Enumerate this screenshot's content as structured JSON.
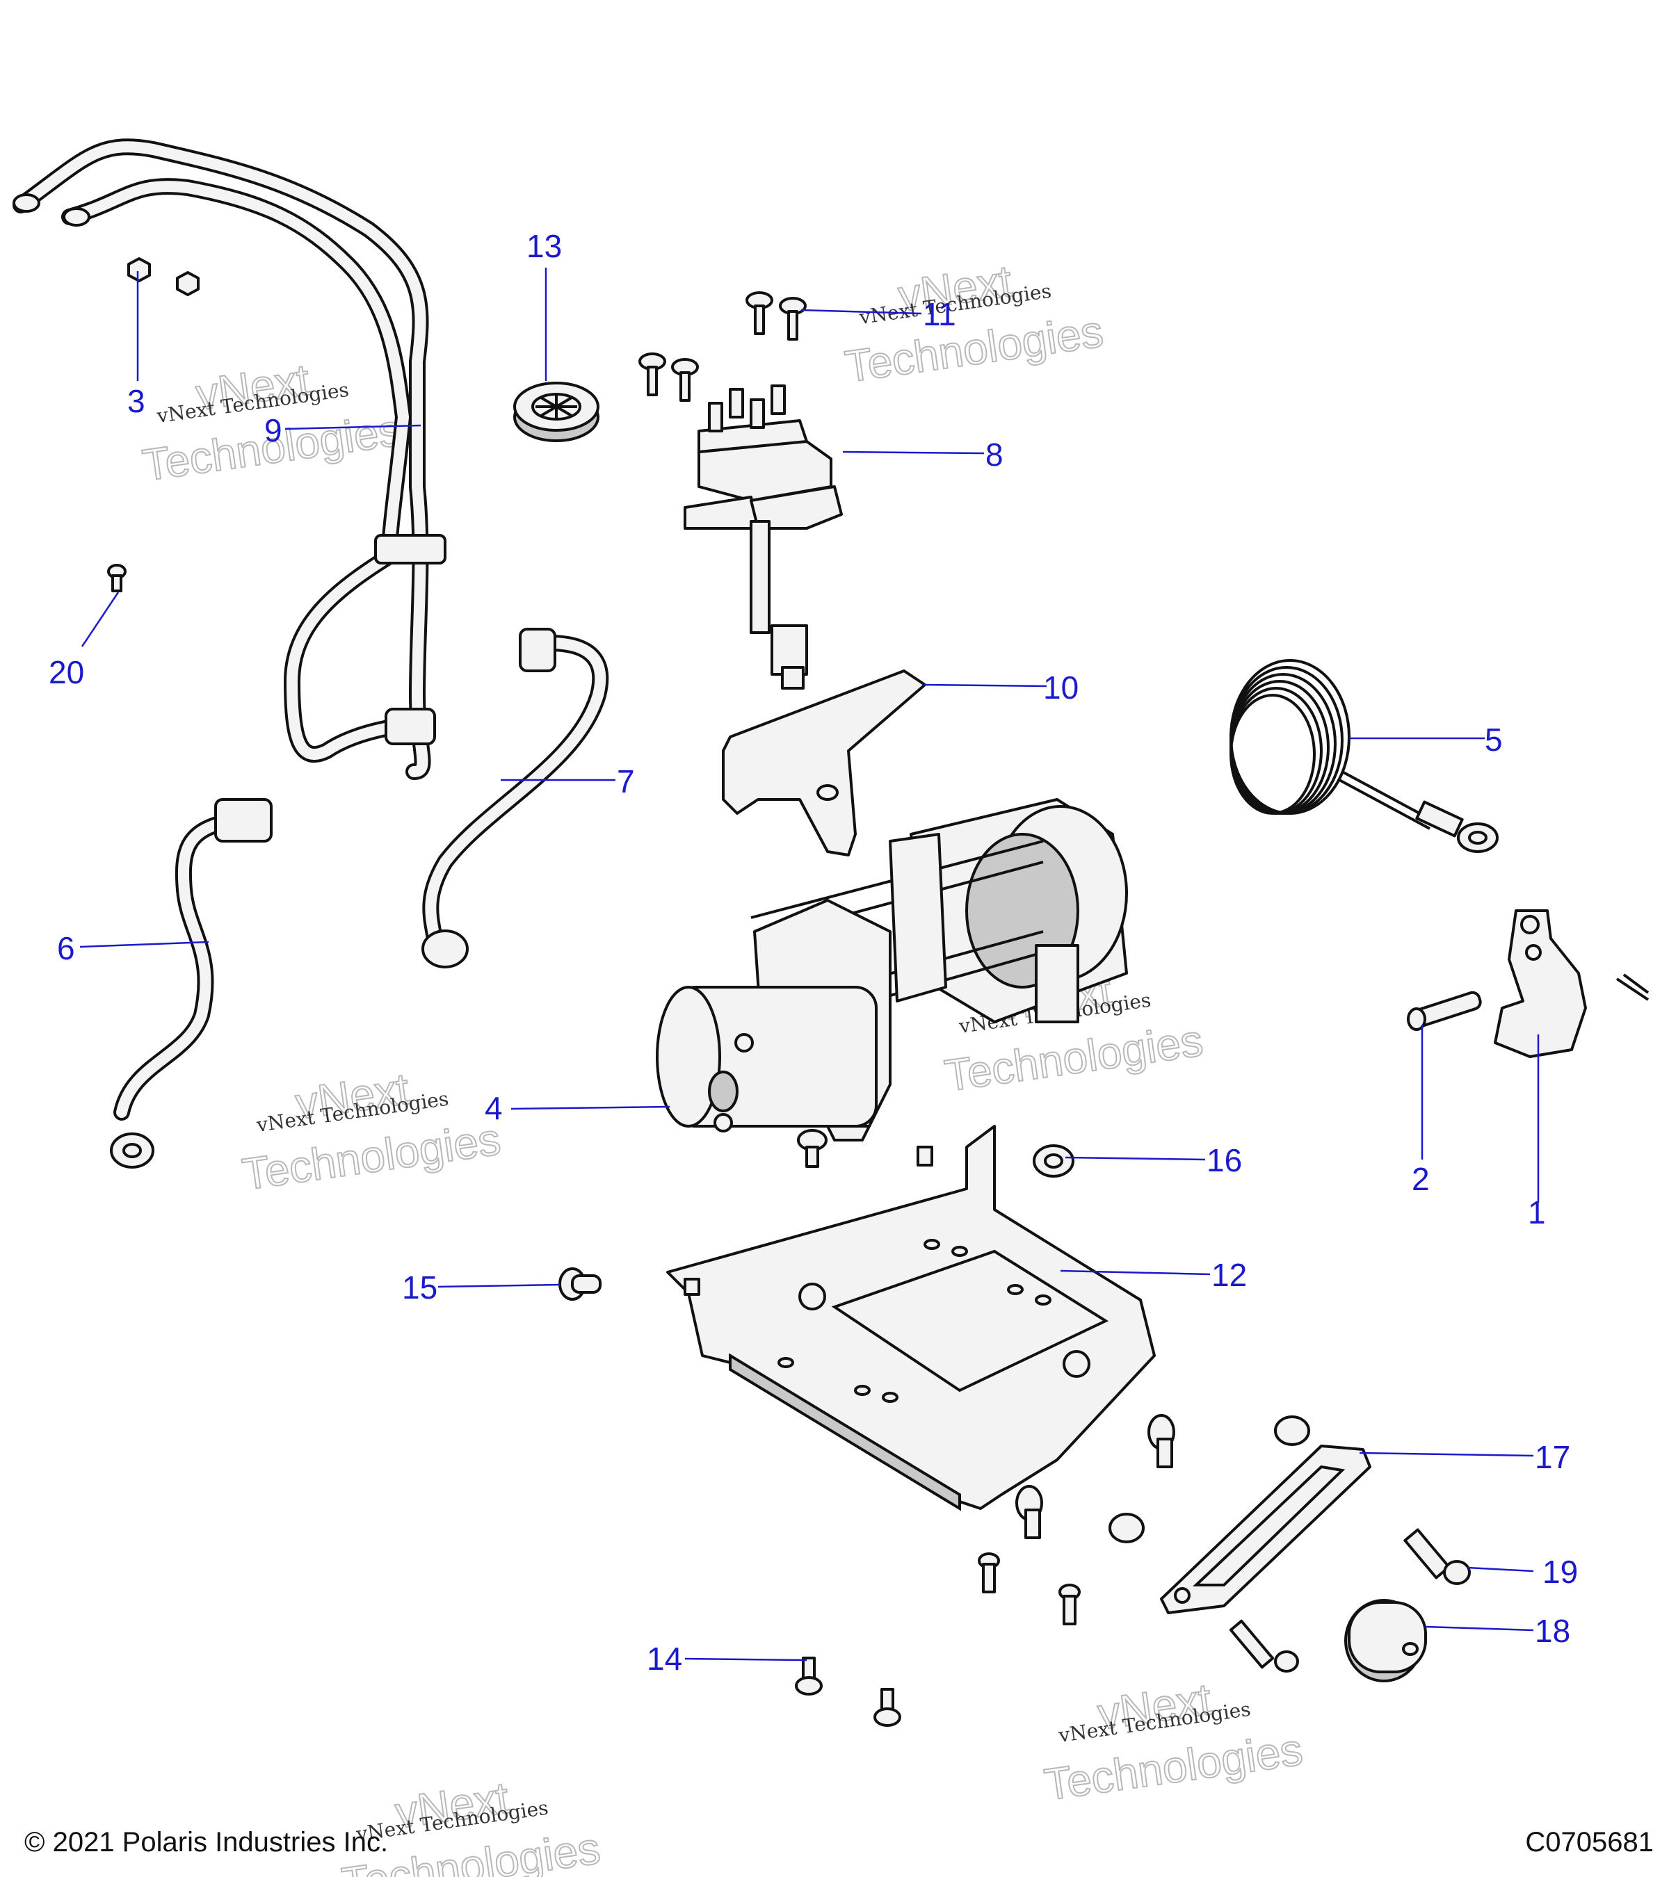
{
  "diagram": {
    "callouts": [
      "1",
      "2",
      "3",
      "4",
      "5",
      "6",
      "7",
      "8",
      "9",
      "10",
      "11",
      "12",
      "13",
      "14",
      "15",
      "16",
      "17",
      "18",
      "19",
      "20"
    ],
    "watermark": {
      "line1": "vNext Technologies",
      "line2a": "vNext",
      "line2b": "Technologies"
    }
  },
  "footer": {
    "copyright": "© 2021 Polaris Industries Inc.",
    "code": "C0705681"
  },
  "colors": {
    "callout": "#1a1acc",
    "line": "#111111",
    "fill": "#f3f3f3"
  }
}
